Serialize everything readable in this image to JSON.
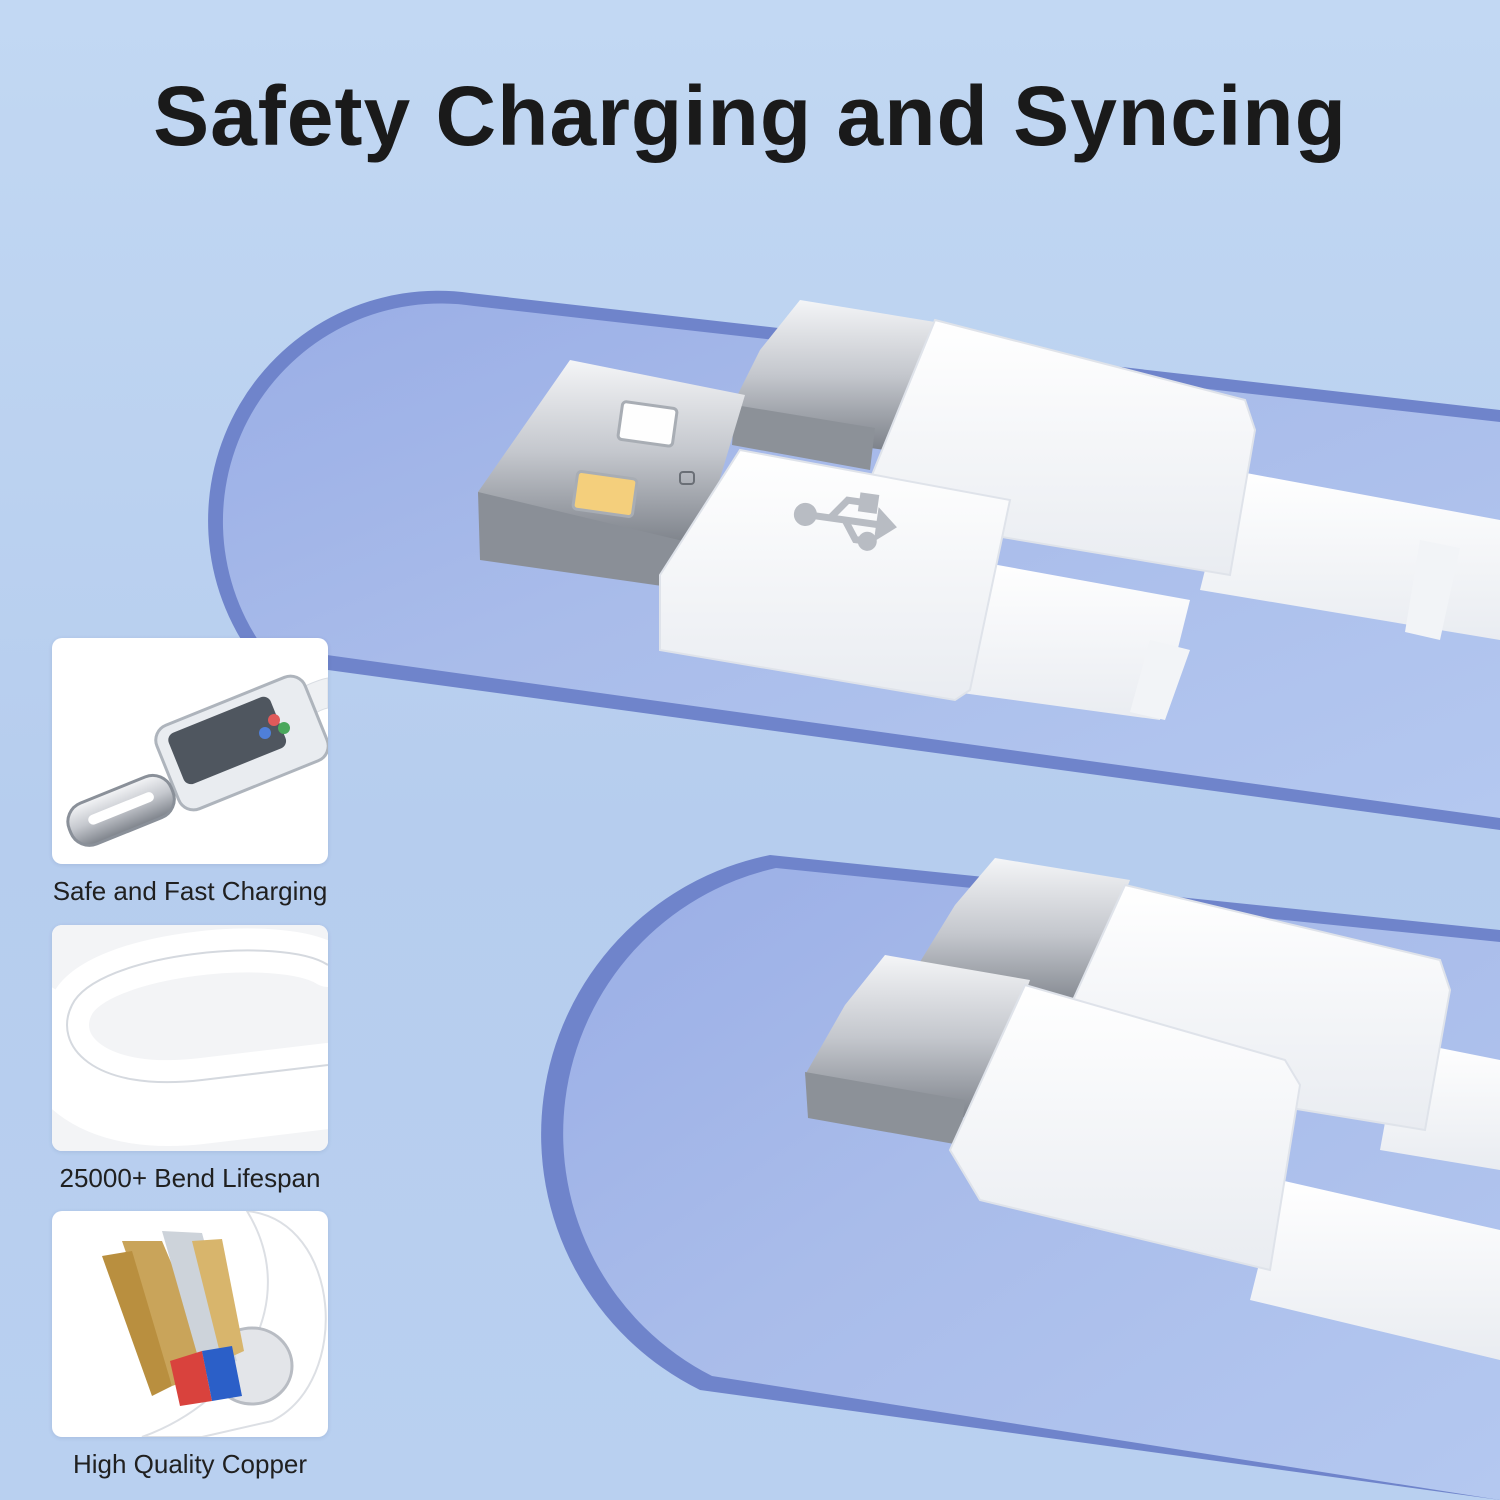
{
  "title": "Safety Charging and Syncing",
  "colors": {
    "background": "#c2d8f3",
    "tray": "#8fa4de",
    "tray_edge": "#6d82c9",
    "cable": "#ffffff",
    "metal": "#c9ccd2"
  },
  "features": [
    {
      "icon": "usb-c-connector-cutaway-icon",
      "label": "Safe and Fast Charging"
    },
    {
      "icon": "cable-loop-icon",
      "label": "25000+ Bend Lifespan"
    },
    {
      "icon": "copper-wire-core-icon",
      "label": "High Quality Copper"
    }
  ],
  "connectors": [
    "usb-a-connector",
    "usb-c-connector",
    "usb-c-connector",
    "usb-c-connector"
  ],
  "logo": "usb-logo"
}
